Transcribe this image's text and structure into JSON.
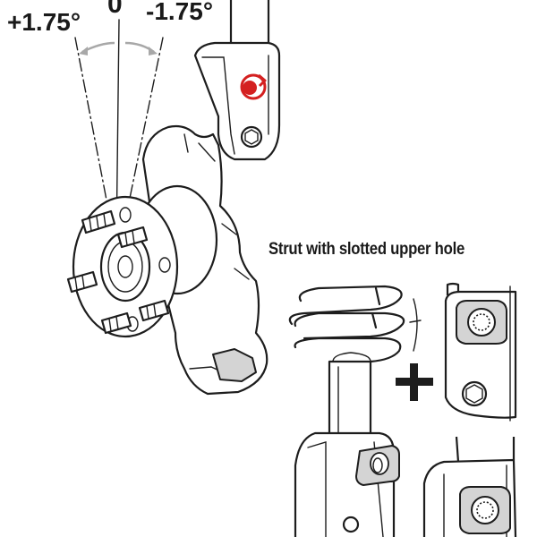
{
  "angles": {
    "positive": "+1.75°",
    "zero": "0",
    "negative": "-1.75°"
  },
  "caption": "Strut with slotted upper hole",
  "colors": {
    "line": "#1d1d1d",
    "bolt_highlight": "#d42020",
    "arc_arrow": "#a8a8a8",
    "slot_plate": "#d4d4d4"
  },
  "icons": [
    "plus-icon",
    "eccentric-bolt-icon",
    "wheel-stud-icon"
  ]
}
